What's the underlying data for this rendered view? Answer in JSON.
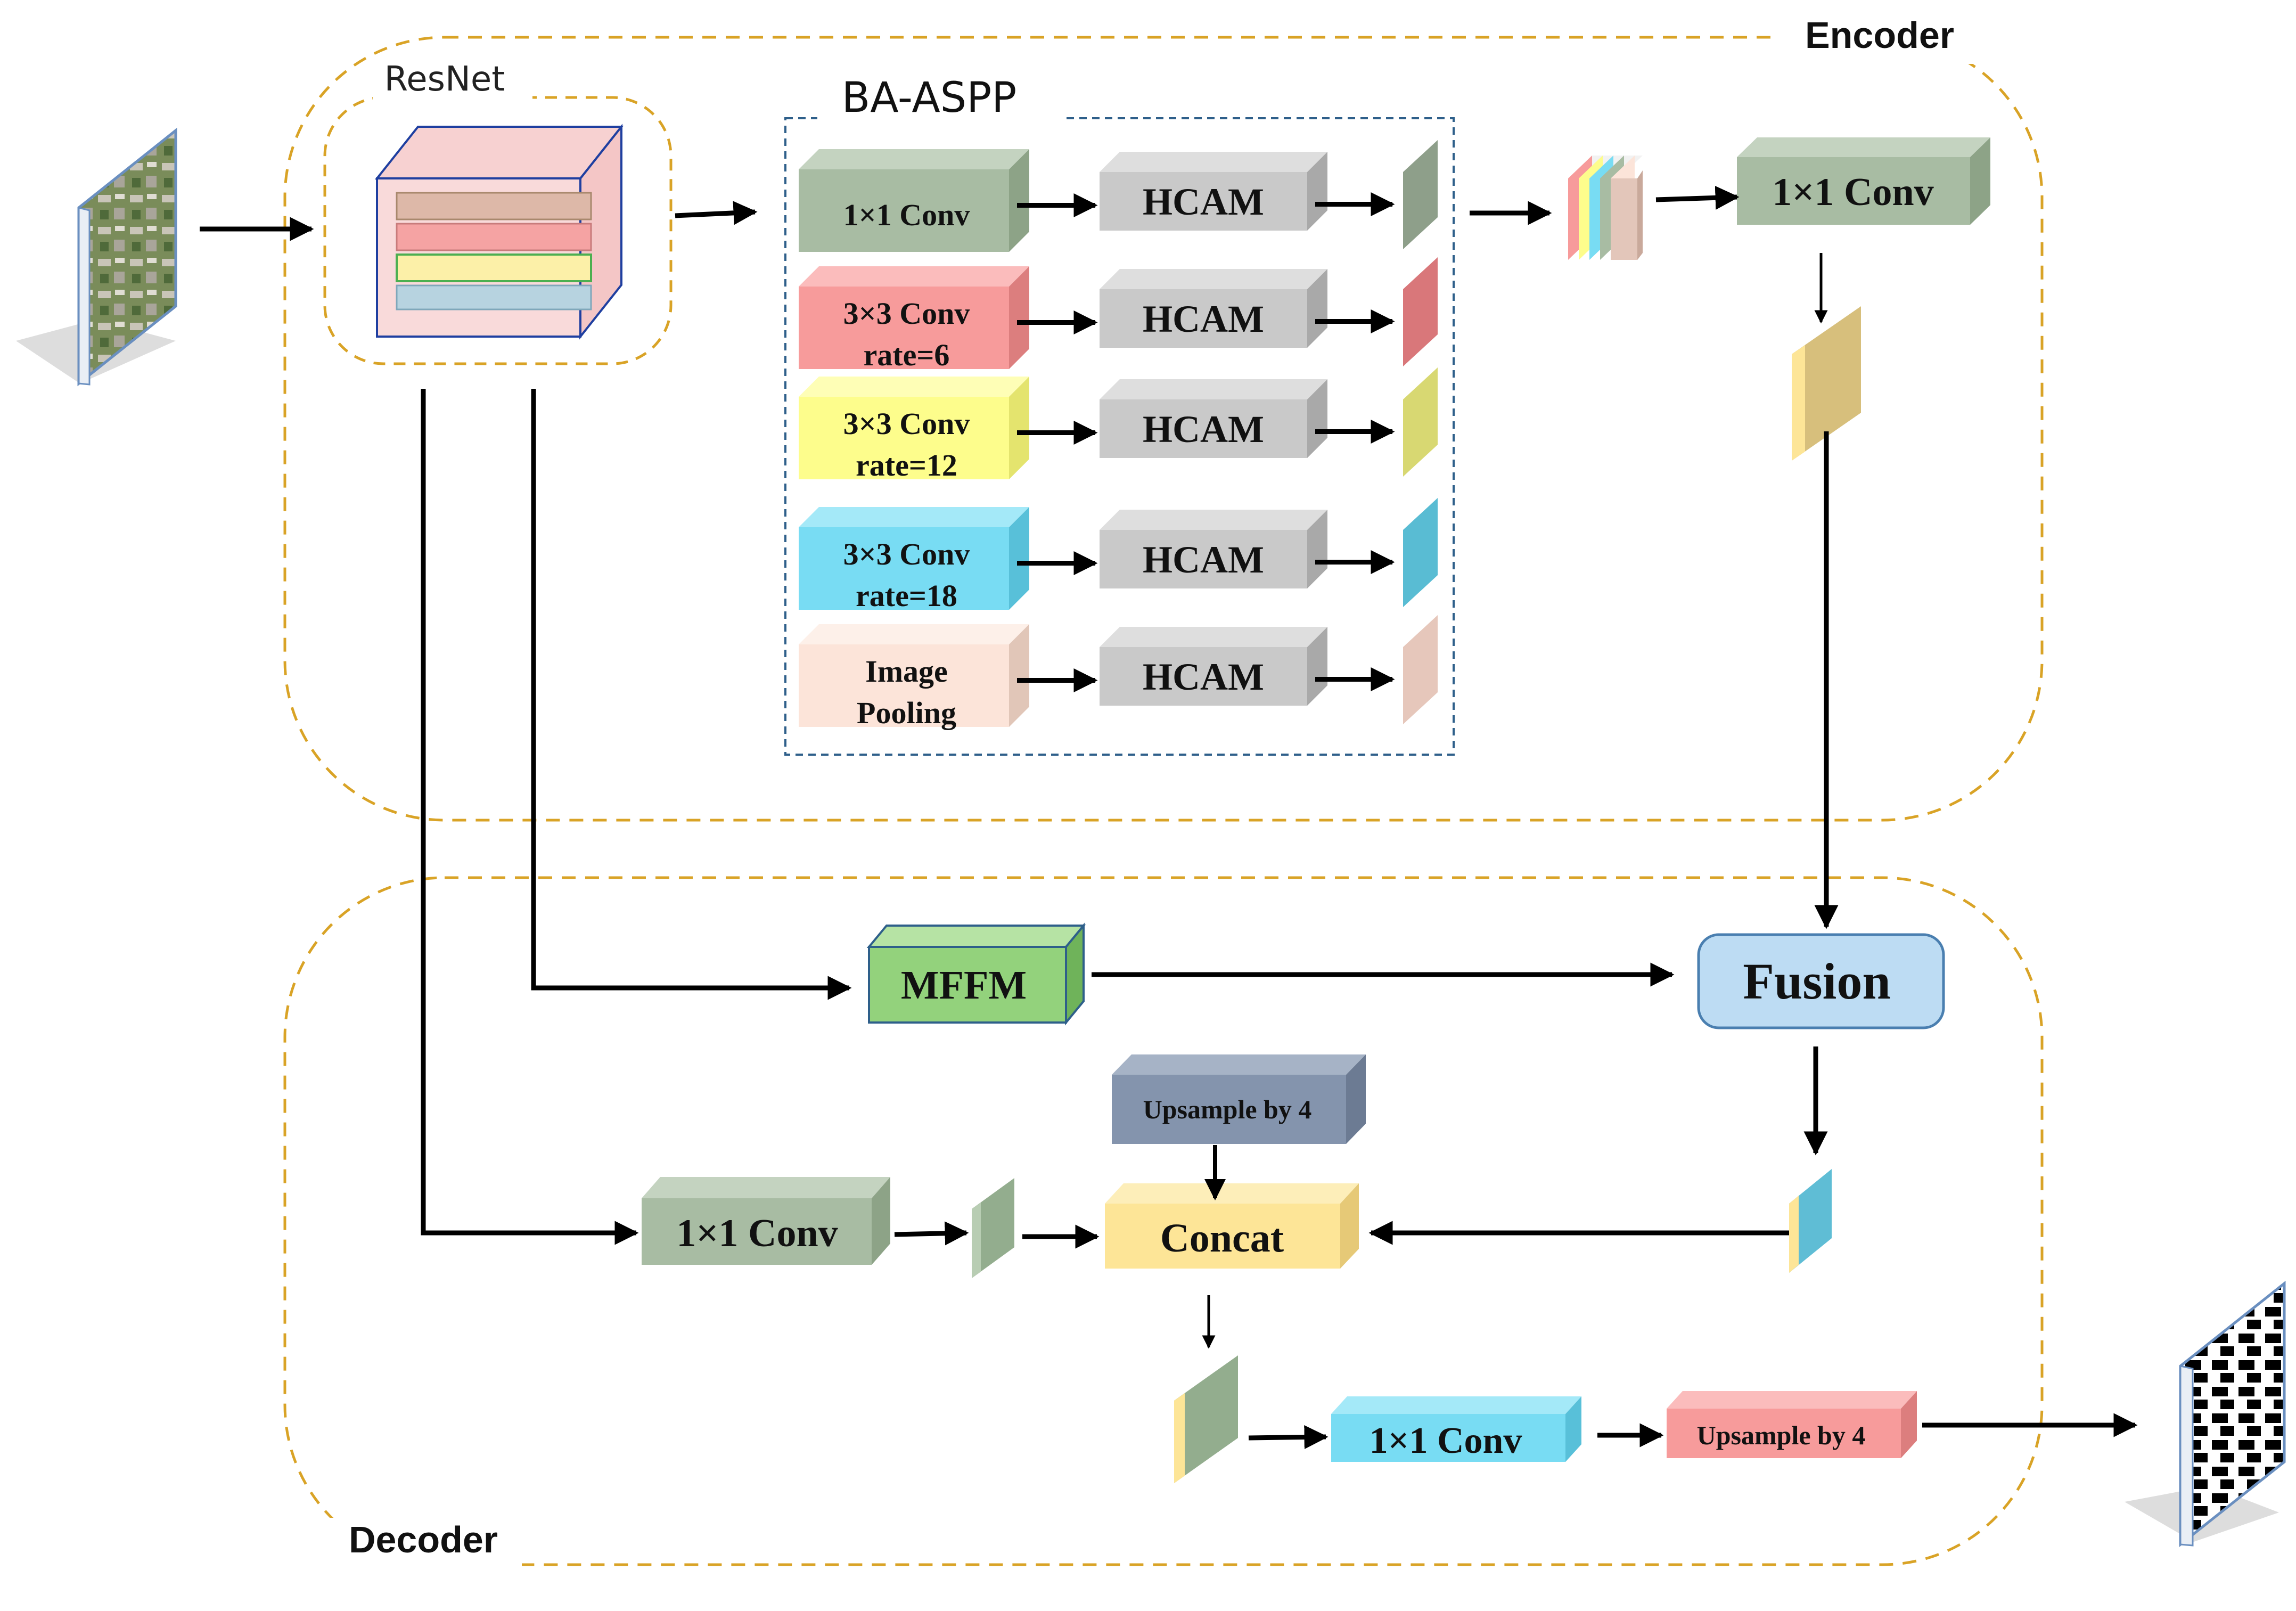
{
  "regions": {
    "encoder": "Encoder",
    "decoder": "Decoder",
    "resnet": "ResNet",
    "ba_aspp": "BA-ASPP"
  },
  "branches": [
    {
      "lines": [
        "1×1 Conv"
      ],
      "attention": "HCAM",
      "color": "#a8bca3",
      "side": "#8da387",
      "top": "#c4d3c0",
      "feat": "#8e9f8a"
    },
    {
      "lines": [
        "3×3 Conv",
        "rate=6"
      ],
      "attention": "HCAM",
      "color": "#f79b9b",
      "side": "#dc7e7e",
      "top": "#fbbcbc",
      "feat": "#d9777a"
    },
    {
      "lines": [
        "3×3 Conv",
        "rate=12"
      ],
      "attention": "HCAM",
      "color": "#fdfd8c",
      "side": "#e4e46e",
      "top": "#fefeb6",
      "feat": "#d8d872"
    },
    {
      "lines": [
        "3×3 Conv",
        "rate=18"
      ],
      "attention": "HCAM",
      "color": "#78dcf3",
      "side": "#58c0d9",
      "top": "#a4e9f8",
      "feat": "#59bcd3"
    },
    {
      "lines": [
        "Image",
        "Pooling"
      ],
      "attention": "HCAM",
      "color": "#fce4d9",
      "side": "#e1c6b8",
      "top": "#fdf0e9",
      "feat": "#e6c7bb"
    }
  ],
  "encoder_conv": "1×1 Conv",
  "mffm": "MFFM",
  "fusion": "Fusion",
  "upsample_top": "Upsample by 4",
  "concat": "Concat",
  "decoder_conv_low": "1×1 Conv",
  "decoder_conv_out": "1×1 Conv",
  "upsample_out": "Upsample by 4",
  "colors": {
    "region_border": "#d9a326",
    "aspp_border": "#2e5f8a",
    "hcam": "#c9c9c9",
    "conv_green": "#a8bca3",
    "mffm_green": "#93d27c",
    "fusion_blue": "#bddcf3",
    "concat_yellow": "#fde597",
    "upsample_slate": "#8494ad",
    "conv_cyan": "#78dcf3",
    "upsample_red": "#f79b9b"
  }
}
